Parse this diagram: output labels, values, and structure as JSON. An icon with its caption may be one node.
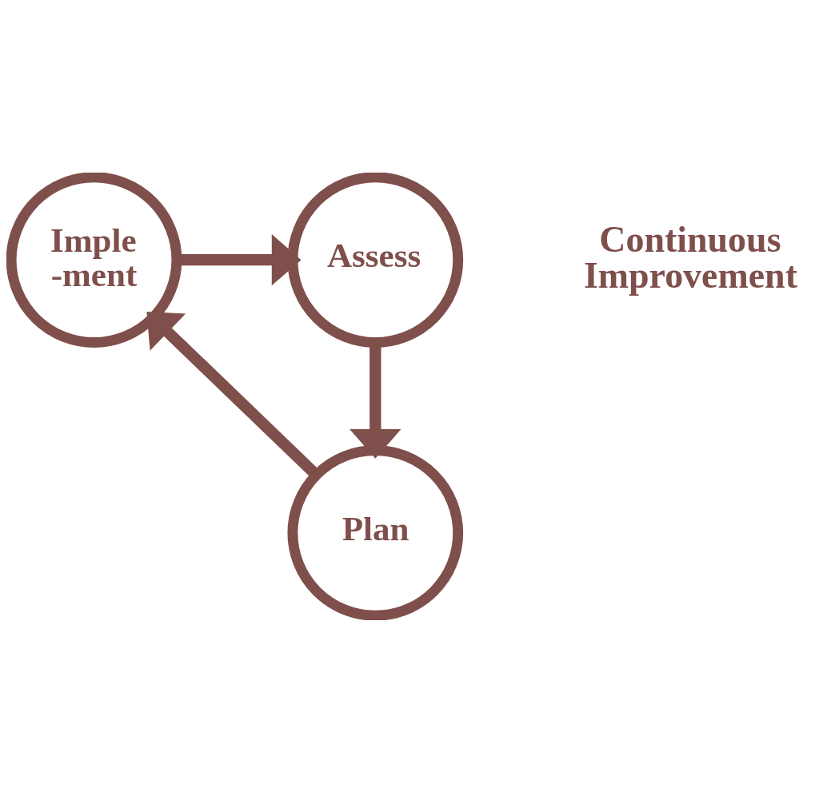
{
  "diagram": {
    "nodes": [
      {
        "text": [
          "Imple -ment"
        ]
      },
      {
        "text": [
          "Assess"
        ]
      },
      {
        "text": [
          "Plan"
        ]
      }
    ],
    "edges": [
      {
        "from": 0,
        "to": 1,
        "arrow": "to"
      },
      {
        "from": 1,
        "to": 2,
        "arrow": "to"
      },
      {
        "from": 2,
        "to": 0,
        "arrow": "to"
      }
    ],
    "labels": [
      "Continuous Improvement"
    ]
  }
}
